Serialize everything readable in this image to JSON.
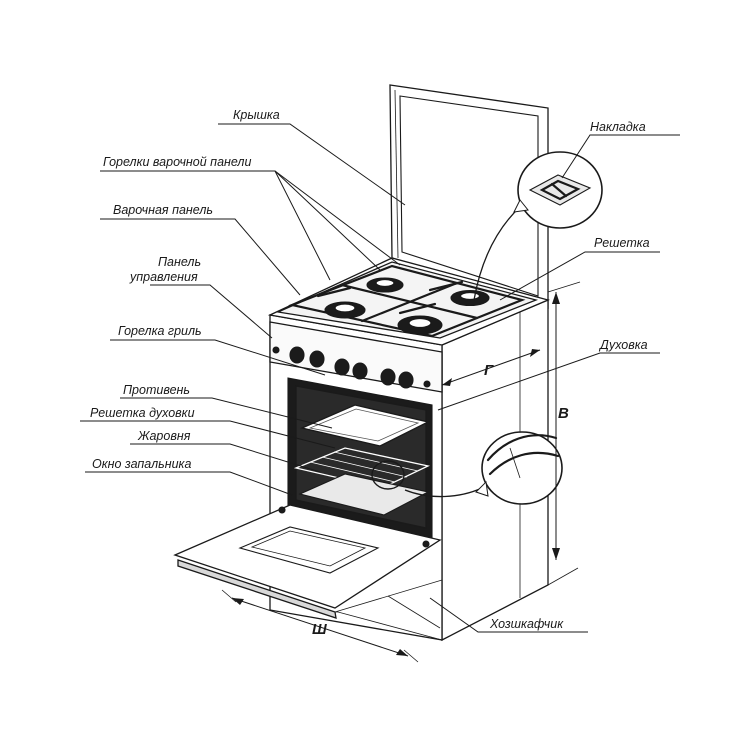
{
  "labels": {
    "lid": "Крышка",
    "hob_burners": "Горелки варочной панели",
    "hob": "Варочная панель",
    "control_panel_line1": "Панель",
    "control_panel_line2": "управления",
    "grill_burner": "Горелка гриль",
    "baking_tray": "Противень",
    "oven_rack": "Решетка духовки",
    "roasting_pan": "Жаровня",
    "ignition_window": "Окно запальника",
    "trim": "Накладка",
    "grate": "Решетка",
    "oven": "Духовка",
    "storage_drawer": "Хозшкафчик"
  },
  "dimensions": {
    "depth": "Г",
    "height": "В",
    "width": "Ш"
  }
}
